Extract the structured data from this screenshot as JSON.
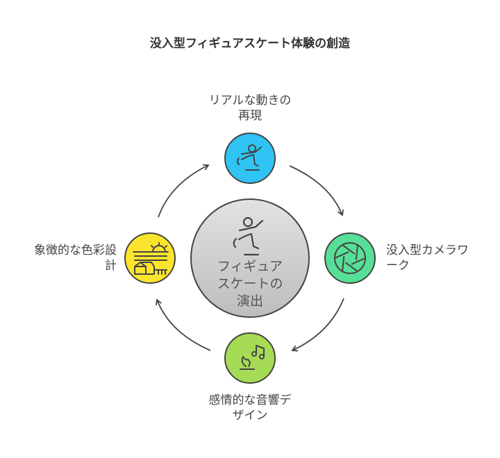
{
  "title": "没入型フィギュアスケート体験の創造",
  "center": {
    "line1": "フィギュア",
    "line2": "スケートの",
    "line3": "演出",
    "icon": "figure-skater-icon"
  },
  "nodes": [
    {
      "line1": "リアルな動きの",
      "line2": "再現",
      "icon": "figure-skater-icon",
      "color": "#2fc4f4"
    },
    {
      "line1": "没入型カメラワ",
      "line2": "ーク",
      "icon": "camera-aperture-icon",
      "color": "#57df97"
    },
    {
      "line1": "感情的な音響デ",
      "line2": "ザイン",
      "icon": "music-fire-icon",
      "color": "#a6dc55"
    },
    {
      "line1": "象徴的な色彩設",
      "line2": "計",
      "icon": "farm-sunset-icon",
      "color": "#fbe52c"
    }
  ]
}
